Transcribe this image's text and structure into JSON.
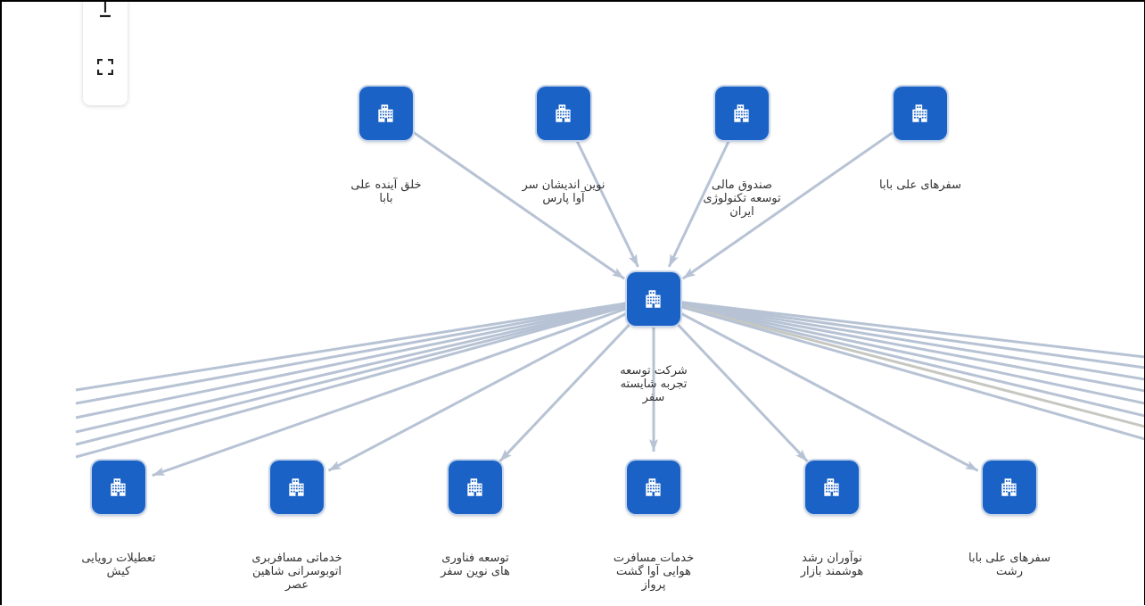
{
  "controls": {
    "top_icon": "download-icon",
    "fullscreen_icon": "fullscreen-icon"
  },
  "colors": {
    "node_fill": "#1a62c6",
    "edge": "#b7c3d4",
    "label_text": "#333333"
  },
  "nodes": {
    "center": {
      "label": "شرکت توسعه تجربه شایسته سفر",
      "lines": [
        "شرکت توسعه",
        "تجربه شایسته",
        "سفر"
      ]
    },
    "top": [
      {
        "id": "top-1",
        "lines": [
          "خلق آینده علی",
          "بابا"
        ]
      },
      {
        "id": "top-2",
        "lines": [
          "نوین اندیشان سر",
          "آوا پارس"
        ]
      },
      {
        "id": "top-3",
        "lines": [
          "صندوق مالی",
          "توسعه تکنولوژی",
          "ایران"
        ]
      },
      {
        "id": "top-4",
        "lines": [
          "سفرهای علی بابا"
        ]
      }
    ],
    "bottom": [
      {
        "id": "bottom-1",
        "lines": [
          "تعطیلات رویایی",
          "کیش"
        ]
      },
      {
        "id": "bottom-2",
        "lines": [
          "خدماتی مسافربری",
          "اتوبوسرانی شاهین",
          "عصر"
        ]
      },
      {
        "id": "bottom-3",
        "lines": [
          "توسعه فناوری",
          "های نوین سفر"
        ]
      },
      {
        "id": "bottom-4",
        "lines": [
          "خدمات مسافرت",
          "هوایی آوا گشت",
          "پرواز"
        ]
      },
      {
        "id": "bottom-5",
        "lines": [
          "نوآوران رشد",
          "هوشمند بازار"
        ]
      },
      {
        "id": "bottom-6",
        "lines": [
          "سفرهای علی بابا",
          "رشت"
        ]
      }
    ]
  }
}
